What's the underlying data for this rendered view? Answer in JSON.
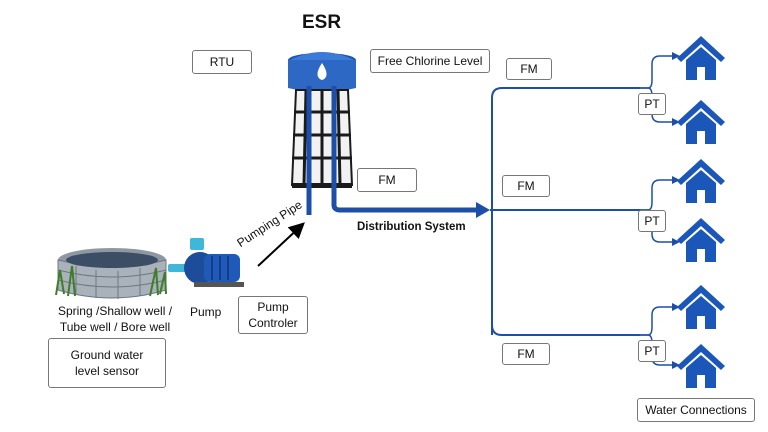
{
  "title": "ESR",
  "labels": {
    "rtu": "RTU",
    "free_chlorine": "Free Chlorine Level",
    "fm_tank": "FM",
    "fm_branch_top": "FM",
    "fm_branch_mid": "FM",
    "fm_branch_bottom": "FM",
    "pt_top": "PT",
    "pt_mid": "PT",
    "pt_bottom": "PT",
    "distribution_system": "Distribution System",
    "pumping_pipe": "Pumping Pipe",
    "pump": "Pump",
    "pump_controller": "Pump Controler",
    "source": "Spring /Shallow well / Tube well / Bore well",
    "ground_water_sensor": "Ground water level sensor",
    "water_connections": "Water  Connections"
  },
  "colors": {
    "pipe_blue": "#1e4fa8",
    "house_blue": "#1b57b8",
    "tank_blue": "#2c68c4",
    "tower_dark": "#1a1a1a",
    "well_grey": "#9aa3ad"
  },
  "icons": [
    "water-tower-icon",
    "well-icon",
    "pump-icon",
    "house-icon"
  ]
}
